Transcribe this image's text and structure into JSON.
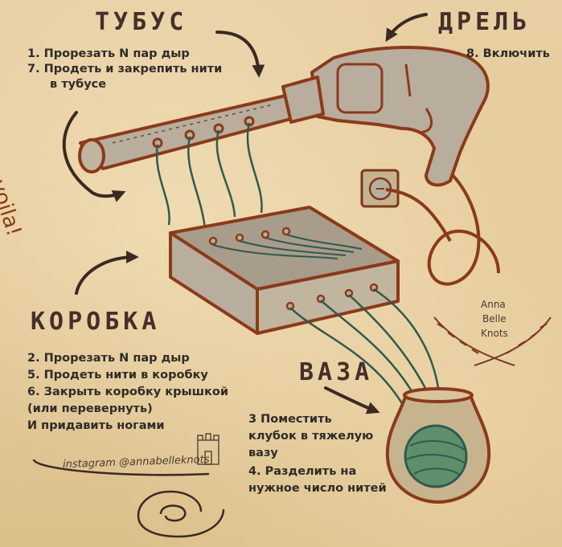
{
  "labels": {
    "tube": "ТУБУС",
    "drill": "ДРЕЛЬ",
    "box": "КОРОБКА",
    "vase": "ВАЗА",
    "voila": "voila!",
    "signature": "Anna Belle Knots",
    "sig_line1": "Anna",
    "sig_line2": "Belle",
    "sig_line3": "Knots",
    "instagram": "instagram @annabelleknots"
  },
  "steps": {
    "tube": [
      "1. Прорезать N пар дыр",
      "7. Продеть и закрепить нити",
      "в тубусе"
    ],
    "drill": [
      "8. Включить"
    ],
    "box": [
      "2. Прорезать N пар дыр",
      "5. Продеть нити в коробку",
      "6. Закрыть коробку крышкой",
      "(или перевернуть)",
      "И придавить ногами"
    ],
    "vase": [
      "3 Поместить",
      "клубок в тяжелую",
      "вазу",
      "4. Разделить на",
      "нужное число нитей"
    ]
  },
  "colors": {
    "background": "#e3c89a",
    "outline": "#8b3a1a",
    "fill_gray": "#b9ad9d",
    "thread": "#2f5a4e",
    "ball": "#5f8f6a",
    "text": "#2f2b26"
  }
}
